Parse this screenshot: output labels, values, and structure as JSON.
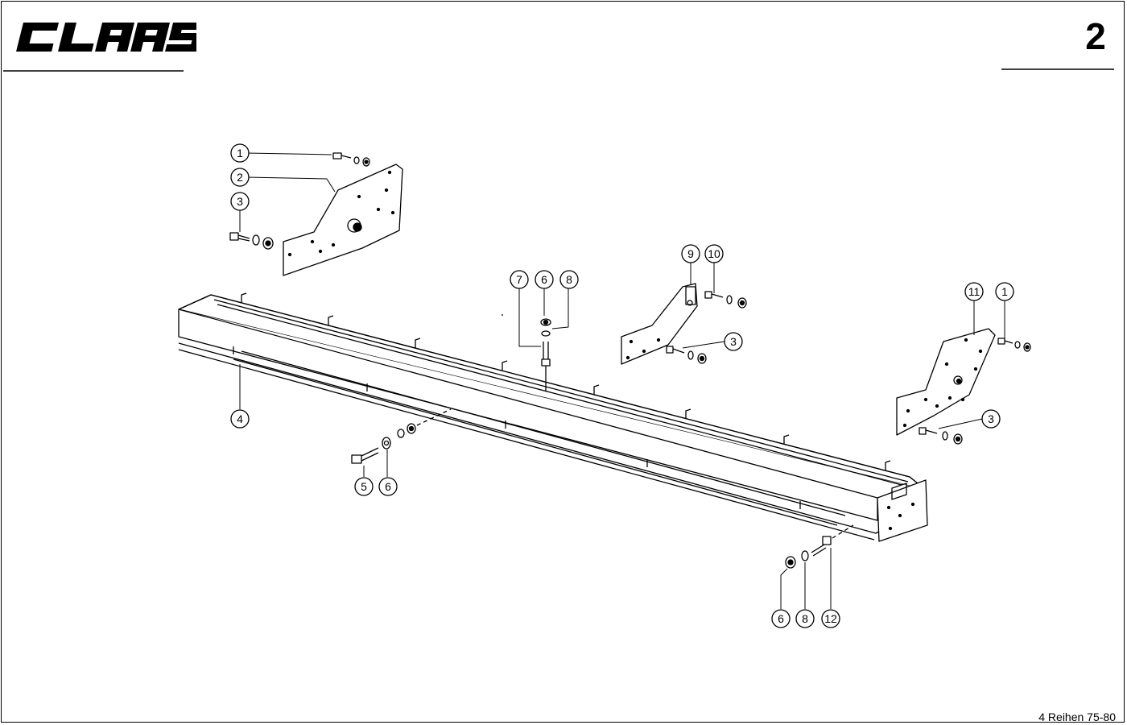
{
  "header": {
    "brand": "CLAAS",
    "page_number": "2"
  },
  "footer": {
    "caption": "4 Reihen 75-80"
  },
  "callouts": [
    {
      "id": "c1",
      "label": "1"
    },
    {
      "id": "c2",
      "label": "2"
    },
    {
      "id": "c3",
      "label": "3"
    },
    {
      "id": "c4",
      "label": "4"
    },
    {
      "id": "c5",
      "label": "5"
    },
    {
      "id": "c6",
      "label": "6"
    },
    {
      "id": "c7",
      "label": "7"
    },
    {
      "id": "c8",
      "label": "6"
    },
    {
      "id": "c9",
      "label": "8"
    },
    {
      "id": "c10",
      "label": "9"
    },
    {
      "id": "c11",
      "label": "10"
    },
    {
      "id": "c12",
      "label": "3"
    },
    {
      "id": "c13",
      "label": "11"
    },
    {
      "id": "c14",
      "label": "1"
    },
    {
      "id": "c15",
      "label": "3"
    },
    {
      "id": "c16",
      "label": "6"
    },
    {
      "id": "c17",
      "label": "8"
    },
    {
      "id": "c18",
      "label": "12"
    }
  ]
}
